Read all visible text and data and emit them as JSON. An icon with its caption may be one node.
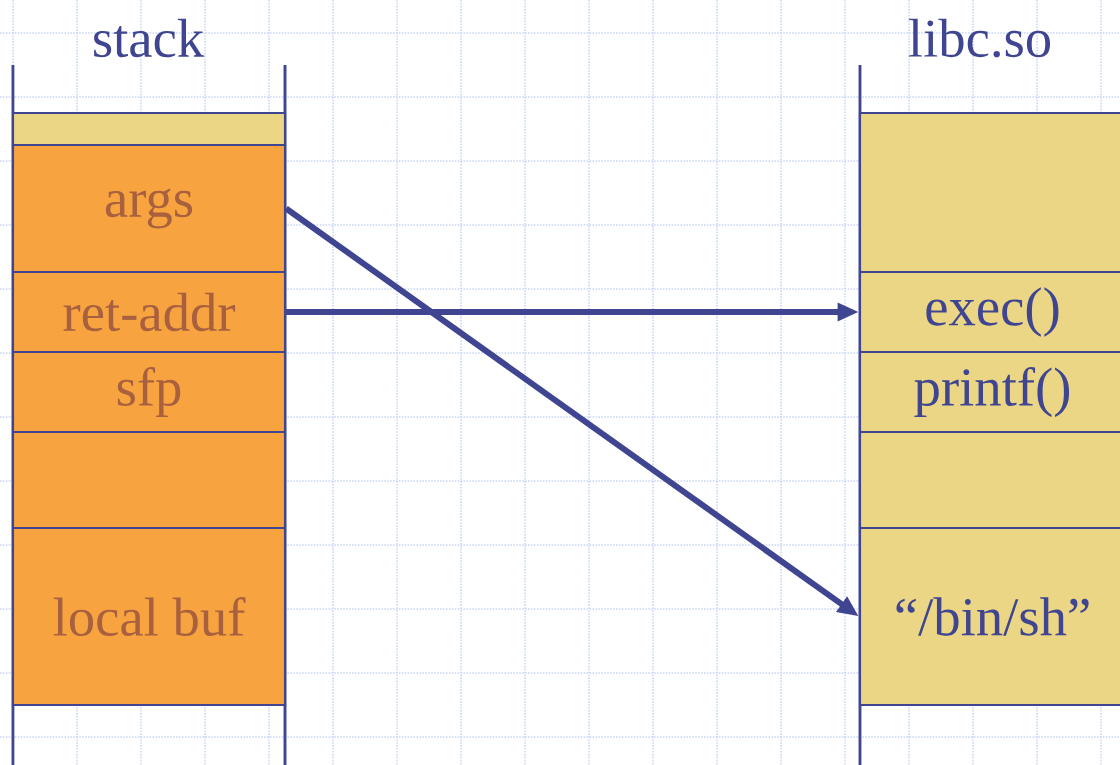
{
  "diagram": {
    "nodes": [
      {
        "text": [],
        "shape": "box"
      },
      {
        "text": [
          "args"
        ]
      },
      {
        "text": [
          "ret-addr"
        ]
      },
      {
        "text": [
          "sfp"
        ]
      },
      {
        "text": [],
        "shape": "box"
      },
      {
        "text": [
          "local buf"
        ]
      },
      {
        "text": [],
        "shape": "box"
      },
      {
        "text": [
          "exec()"
        ]
      },
      {
        "text": [
          "printf()"
        ]
      },
      {
        "text": [],
        "shape": "box"
      },
      {
        "text": [
          "“/bin/sh”"
        ]
      }
    ],
    "edges": [
      {
        "from": 2,
        "to": 7,
        "arrow": "to"
      },
      {
        "from": 1,
        "to": 10,
        "arrow": "to"
      }
    ],
    "labels": [
      "stack",
      "libc.so"
    ]
  }
}
